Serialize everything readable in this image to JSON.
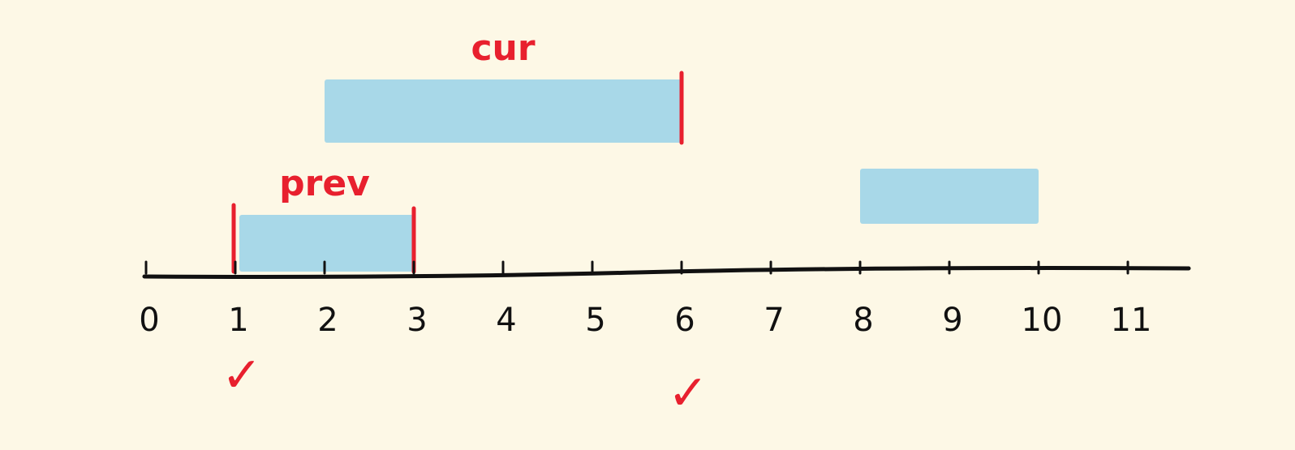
{
  "number_line": {
    "tick_labels": [
      "0",
      "1",
      "2",
      "3",
      "4",
      "5",
      "6",
      "7",
      "8",
      "9",
      "10",
      "11"
    ]
  },
  "intervals": [
    {
      "id": "prev",
      "label": "prev",
      "start": 1,
      "end": 3,
      "row": 1,
      "marked_start": true,
      "marked_end": true
    },
    {
      "id": "cur",
      "label": "cur",
      "start": 2,
      "end": 6,
      "row": 2,
      "marked_start": false,
      "marked_end": true
    },
    {
      "id": "third",
      "label": "",
      "start": 8,
      "end": 10,
      "row": 1.7,
      "marked_start": false,
      "marked_end": false
    }
  ],
  "checks": [
    {
      "id": "check-1",
      "at": 1,
      "symbol": "✓"
    },
    {
      "id": "check-6",
      "at": 6,
      "symbol": "✓"
    }
  ],
  "colors": {
    "background": "#fdf8e6",
    "axis": "#111111",
    "interval_fill": "#a8d8e8",
    "accent": "#e8202e"
  }
}
